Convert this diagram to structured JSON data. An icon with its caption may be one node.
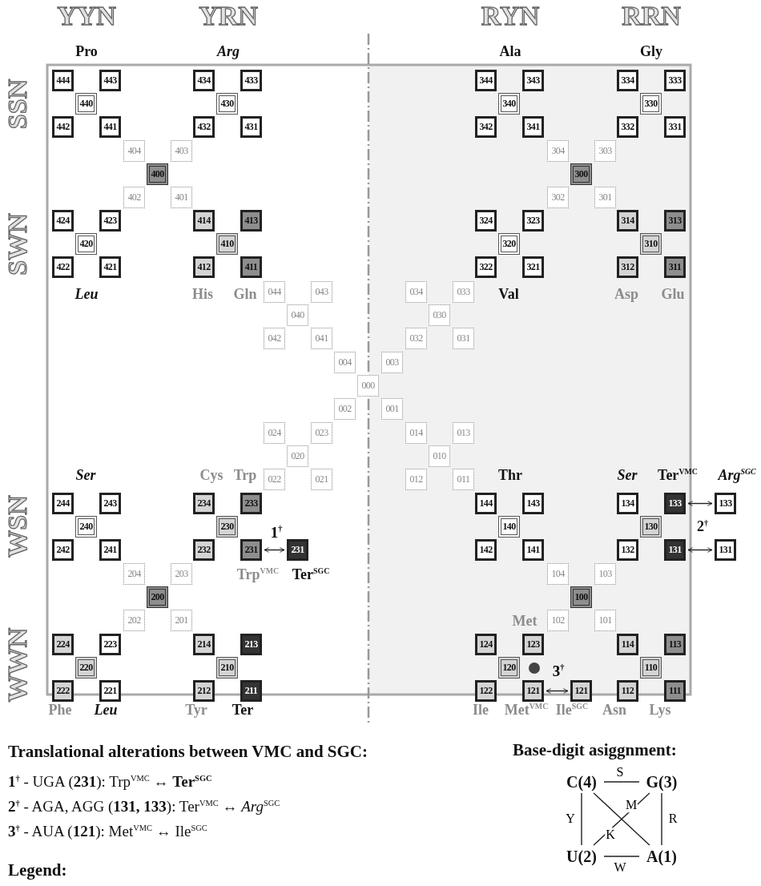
{
  "diagram": {
    "nodes": [
      {
        "text": [
          "444"
        ]
      },
      {
        "text": [
          "443"
        ]
      },
      {
        "text": [
          "440"
        ]
      },
      {
        "text": [
          "442"
        ]
      },
      {
        "text": [
          "441"
        ]
      },
      {
        "text": [
          "434"
        ]
      },
      {
        "text": [
          "433"
        ]
      },
      {
        "text": [
          "430"
        ]
      },
      {
        "text": [
          "432"
        ]
      },
      {
        "text": [
          "431"
        ]
      },
      {
        "text": [
          "344"
        ]
      },
      {
        "text": [
          "343"
        ]
      },
      {
        "text": [
          "340"
        ]
      },
      {
        "text": [
          "342"
        ]
      },
      {
        "text": [
          "341"
        ]
      },
      {
        "text": [
          "334"
        ]
      },
      {
        "text": [
          "333"
        ]
      },
      {
        "text": [
          "330"
        ]
      },
      {
        "text": [
          "332"
        ]
      },
      {
        "text": [
          "331"
        ]
      },
      {
        "text": [
          "404"
        ]
      },
      {
        "text": [
          "403"
        ]
      },
      {
        "text": [
          "400"
        ]
      },
      {
        "text": [
          "402"
        ]
      },
      {
        "text": [
          "401"
        ]
      },
      {
        "text": [
          "304"
        ]
      },
      {
        "text": [
          "303"
        ]
      },
      {
        "text": [
          "300"
        ]
      },
      {
        "text": [
          "302"
        ]
      },
      {
        "text": [
          "301"
        ]
      },
      {
        "text": [
          "424"
        ]
      },
      {
        "text": [
          "423"
        ]
      },
      {
        "text": [
          "420"
        ]
      },
      {
        "text": [
          "422"
        ]
      },
      {
        "text": [
          "421"
        ]
      },
      {
        "text": [
          "414"
        ]
      },
      {
        "text": [
          "413"
        ]
      },
      {
        "text": [
          "410"
        ]
      },
      {
        "text": [
          "412"
        ]
      },
      {
        "text": [
          "411"
        ]
      },
      {
        "text": [
          "324"
        ]
      },
      {
        "text": [
          "323"
        ]
      },
      {
        "text": [
          "320"
        ]
      },
      {
        "text": [
          "322"
        ]
      },
      {
        "text": [
          "321"
        ]
      },
      {
        "text": [
          "314"
        ]
      },
      {
        "text": [
          "313"
        ]
      },
      {
        "text": [
          "310"
        ]
      },
      {
        "text": [
          "312"
        ]
      },
      {
        "text": [
          "311"
        ]
      },
      {
        "text": [
          "044"
        ]
      },
      {
        "text": [
          "043"
        ]
      },
      {
        "text": [
          "040"
        ]
      },
      {
        "text": [
          "042"
        ]
      },
      {
        "text": [
          "041"
        ]
      },
      {
        "text": [
          "034"
        ]
      },
      {
        "text": [
          "033"
        ]
      },
      {
        "text": [
          "030"
        ]
      },
      {
        "text": [
          "032"
        ]
      },
      {
        "text": [
          "031"
        ]
      },
      {
        "text": [
          "004"
        ]
      },
      {
        "text": [
          "003"
        ]
      },
      {
        "text": [
          "000"
        ]
      },
      {
        "text": [
          "002"
        ]
      },
      {
        "text": [
          "001"
        ]
      },
      {
        "text": [
          "024"
        ]
      },
      {
        "text": [
          "023"
        ]
      },
      {
        "text": [
          "020"
        ]
      },
      {
        "text": [
          "022"
        ]
      },
      {
        "text": [
          "021"
        ]
      },
      {
        "text": [
          "014"
        ]
      },
      {
        "text": [
          "013"
        ]
      },
      {
        "text": [
          "010"
        ]
      },
      {
        "text": [
          "012"
        ]
      },
      {
        "text": [
          "011"
        ]
      },
      {
        "text": [
          "244"
        ]
      },
      {
        "text": [
          "243"
        ]
      },
      {
        "text": [
          "240"
        ]
      },
      {
        "text": [
          "242"
        ]
      },
      {
        "text": [
          "241"
        ]
      },
      {
        "text": [
          "234"
        ]
      },
      {
        "text": [
          "233"
        ]
      },
      {
        "text": [
          "230"
        ]
      },
      {
        "text": [
          "232"
        ]
      },
      {
        "text": [
          "231"
        ]
      },
      {
        "text": [
          "231"
        ]
      },
      {
        "text": [
          "144"
        ]
      },
      {
        "text": [
          "143"
        ]
      },
      {
        "text": [
          "140"
        ]
      },
      {
        "text": [
          "142"
        ]
      },
      {
        "text": [
          "141"
        ]
      },
      {
        "text": [
          "134"
        ]
      },
      {
        "text": [
          "133"
        ]
      },
      {
        "text": [
          "130"
        ]
      },
      {
        "text": [
          "132"
        ]
      },
      {
        "text": [
          "131"
        ]
      },
      {
        "text": [
          "133"
        ]
      },
      {
        "text": [
          "131"
        ]
      },
      {
        "text": [
          "204"
        ]
      },
      {
        "text": [
          "203"
        ]
      },
      {
        "text": [
          "200"
        ]
      },
      {
        "text": [
          "202"
        ]
      },
      {
        "text": [
          "201"
        ]
      },
      {
        "text": [
          "104"
        ]
      },
      {
        "text": [
          "103"
        ]
      },
      {
        "text": [
          "100"
        ]
      },
      {
        "text": [
          "102"
        ]
      },
      {
        "text": [
          "101"
        ]
      },
      {
        "text": [
          "224"
        ]
      },
      {
        "text": [
          "223"
        ]
      },
      {
        "text": [
          "220"
        ]
      },
      {
        "text": [
          "222"
        ]
      },
      {
        "text": [
          "221"
        ]
      },
      {
        "text": [
          "214"
        ]
      },
      {
        "text": [
          "213"
        ]
      },
      {
        "text": [
          "210"
        ]
      },
      {
        "text": [
          "212"
        ]
      },
      {
        "text": [
          "211"
        ]
      },
      {
        "text": [
          "124"
        ]
      },
      {
        "text": [
          "123"
        ]
      },
      {
        "text": [
          "120"
        ]
      },
      {
        "text": [
          "122"
        ]
      },
      {
        "text": [
          "121"
        ]
      },
      {
        "text": [
          "121"
        ]
      },
      {
        "text": [
          "114"
        ]
      },
      {
        "text": [
          "113"
        ]
      },
      {
        "text": [
          "110"
        ]
      },
      {
        "text": [
          "112"
        ]
      },
      {
        "text": [
          "111"
        ]
      },
      {
        "text": [
          "C(4)"
        ]
      },
      {
        "text": [
          "G(3)"
        ]
      },
      {
        "text": [
          "U(2)"
        ]
      },
      {
        "text": [
          "A(1)"
        ]
      }
    ],
    "edges": [
      {
        "from": 84,
        "to": 85,
        "arrow": "both",
        "label": "1$^{†}$"
      },
      {
        "from": 92,
        "to": 96,
        "arrow": "both"
      },
      {
        "from": 95,
        "to": 97,
        "arrow": "both"
      },
      {
        "from": 122,
        "to": 123,
        "arrow": "both",
        "label": "3$^{†}$"
      },
      {
        "from": 129,
        "to": 130,
        "arrow": "none",
        "label": "S"
      },
      {
        "from": 129,
        "to": 131,
        "arrow": "none",
        "label": "Y"
      },
      {
        "from": 130,
        "to": 132,
        "arrow": "none",
        "label": "R"
      },
      {
        "from": 131,
        "to": 132,
        "arrow": "none",
        "label": "W"
      },
      {
        "from": 129,
        "to": 132,
        "arrow": "none",
        "label": "M"
      },
      {
        "from": 130,
        "to": 131,
        "arrow": "none",
        "label": "K"
      }
    ],
    "labels": [
      "YYN",
      "YRN",
      "RYN",
      "RRN",
      "Pro",
      "Arg",
      "Ala",
      "Gly",
      "SSN",
      "SWN",
      "Leu",
      "His",
      "Gln",
      "Val",
      "Asp",
      "Glu",
      "Ser",
      "Cys",
      "Trp",
      "Thr",
      "Ser",
      "Ter$^{VMC}$",
      "Arg$^{SGC}$",
      "WSN",
      "2$^{†}$",
      "Trp$^{VMC}$",
      "Ter$^{SGC}$",
      "Met",
      "WWN",
      "Phe",
      "Leu",
      "Tyr",
      "Ter",
      "Ile",
      "Met$^{VMC}$",
      "Ile$^{SGC}$",
      "Asn",
      "Lys",
      "Translational alterations between VMC and SGC:",
      "Base-digit asiggnment:",
      "**1$^{†}$** - UGA (**231**): Trp$^{VMC}$ ↔ **Ter$^{SGC}$**",
      "**2$^{†}$** - AGA, AGG (**131, 133**): Ter$^{VMC}$ ↔ *Arg*$^{SGC}$",
      "**3$^{†}$** - AUA (**121**): Met$^{VMC}$ ↔ Ile$^{SGC}$",
      "Legend:"
    ]
  }
}
